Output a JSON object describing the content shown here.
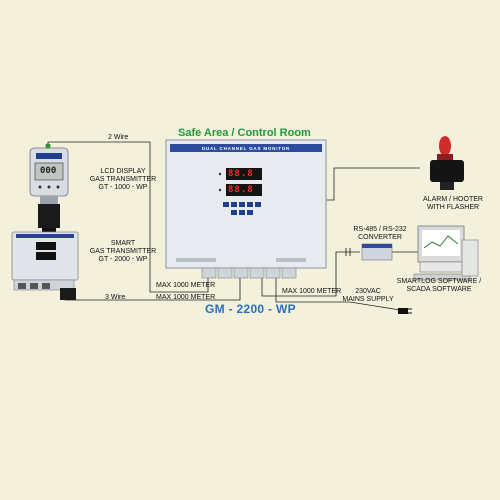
{
  "titles": {
    "area": "Safe Area / Control Room",
    "model": "GM - 2200 - WP"
  },
  "panel": {
    "header": "DUAL CHANNEL GAS MONITOR",
    "display_top": "88.8",
    "display_bottom": "88.8"
  },
  "labels": {
    "two_wire": "2 Wire",
    "three_wire": "3 Wire",
    "max_left": "MAX 1000 METER",
    "max_bottom_left": "MAX 1000 METER",
    "max_right": "MAX 1000 METER",
    "lcd_transmitter": [
      "LCD DISPLAY",
      "GAS TRANSMITTER",
      "GT - 1000 - WP"
    ],
    "smart_transmitter": [
      "SMART",
      "GAS TRANSMITTER",
      "GT - 2000 - WP"
    ],
    "alarm": [
      "ALARM / HOOTER",
      "WITH FLASHER"
    ],
    "converter": [
      "RS-485 / RS-232",
      "CONVERTER"
    ],
    "software": [
      "SMARTLOG SOFTWARE /",
      "SCADA SOFTWARE"
    ],
    "mains": [
      "230VAC",
      "MAINS SUPPLY"
    ]
  },
  "colors": {
    "background": "#f3f1dc",
    "green_title": "#1f9a3a",
    "blue_title": "#2a6fbf",
    "display_red": "#ff2a2a"
  }
}
